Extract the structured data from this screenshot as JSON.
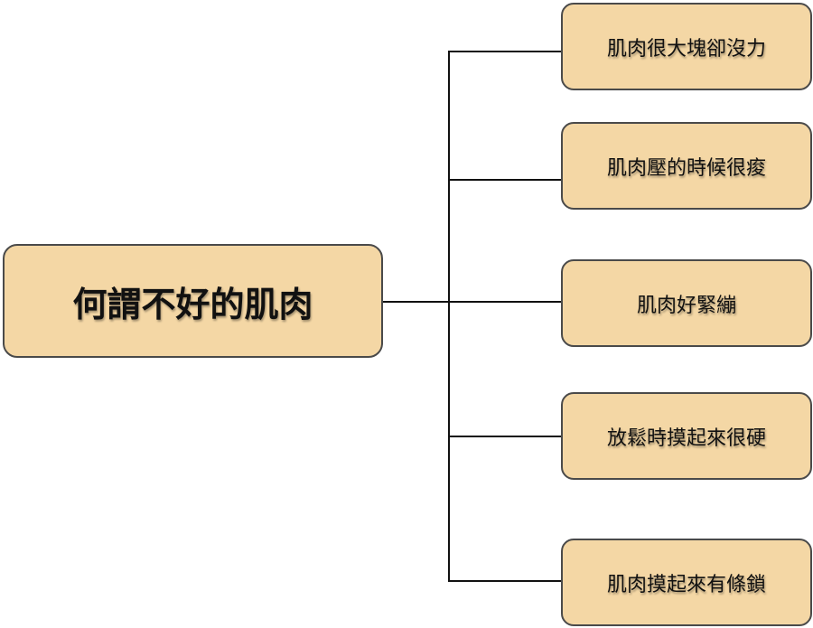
{
  "root": {
    "label": "何謂不好的肌肉"
  },
  "children": [
    {
      "label": "肌肉很大塊卻沒力"
    },
    {
      "label": "肌肉壓的時候很痠"
    },
    {
      "label": "肌肉好緊繃"
    },
    {
      "label": "放鬆時摸起來很硬"
    },
    {
      "label": "肌肉摸起來有條鎖"
    }
  ],
  "colors": {
    "box_fill": "#f4d7a5",
    "box_border": "#4a4a4a",
    "connector": "#111111"
  }
}
